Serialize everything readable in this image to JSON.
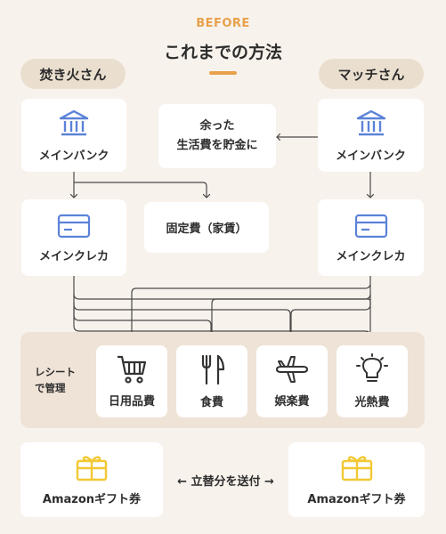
{
  "header": {
    "tag": "BEFORE",
    "title": "これまでの方法"
  },
  "persons": {
    "left": "焚き火さん",
    "right": "マッチさん"
  },
  "cards": {
    "left_bank": "メインバンク",
    "left_credit": "メインクレカ",
    "right_bank": "メインバンク",
    "right_credit": "メインクレカ",
    "savings_line1": "余った",
    "savings_line2": "生活費を貯金に",
    "fixed": "固定費（家賃）"
  },
  "receipts": {
    "label_line1": "レシート",
    "label_line2": "で管理",
    "items": [
      "日用品費",
      "食費",
      "娯楽費",
      "光熱費"
    ]
  },
  "bottom": {
    "left_gift": "Amazonギフト券",
    "right_gift": "Amazonギフト券",
    "transfer": "← 立替分を送付 →"
  },
  "colors": {
    "accent": "#e8a14a",
    "icon_blue": "#5b82d8",
    "icon_yellow": "#f2c833",
    "line": "#4a4a4a"
  },
  "icons": [
    "bank-icon",
    "credit-card-icon",
    "cart-icon",
    "fork-knife-icon",
    "airplane-icon",
    "lightbulb-icon",
    "gift-card-icon"
  ]
}
